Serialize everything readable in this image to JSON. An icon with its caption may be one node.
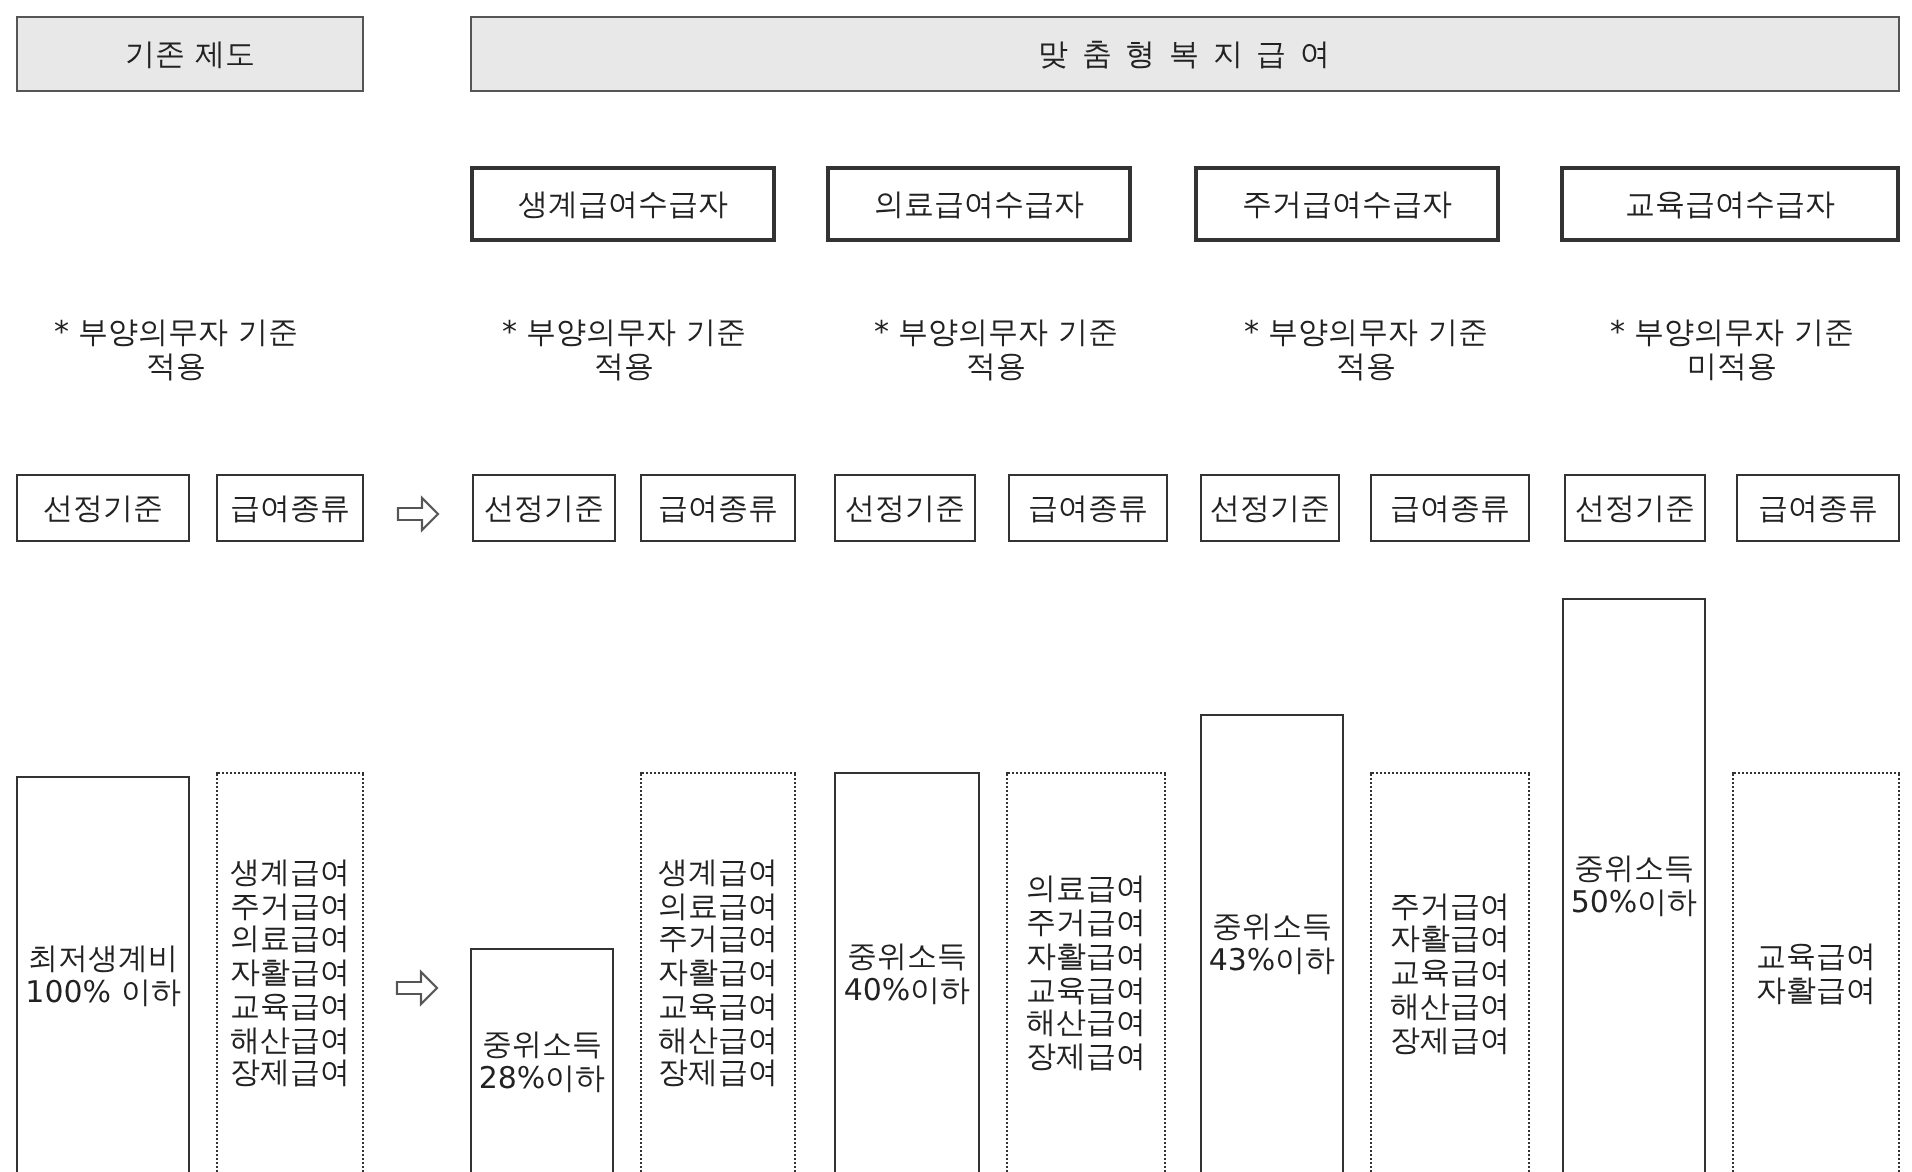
{
  "diagram": {
    "nodes": [
      {
        "text": [
          "기존 제도"
        ]
      },
      {
        "text": [
          "맞 춤 형 복 지 급 여"
        ]
      },
      {
        "text": [
          "생계급여수급자"
        ]
      },
      {
        "text": [
          "의료급여수급자"
        ]
      },
      {
        "text": [
          "주거급여수급자"
        ]
      },
      {
        "text": [
          "교육급여수급자"
        ]
      },
      {
        "text": [
          "선정기준"
        ]
      },
      {
        "text": [
          "급여종류"
        ]
      },
      {
        "text": [
          "선정기준"
        ]
      },
      {
        "text": [
          "급여종류"
        ]
      },
      {
        "text": [
          "선정기준"
        ]
      },
      {
        "text": [
          "급여종류"
        ]
      },
      {
        "text": [
          "선정기준"
        ]
      },
      {
        "text": [
          "급여종류"
        ]
      },
      {
        "text": [
          "선정기준"
        ]
      },
      {
        "text": [
          "급여종류"
        ]
      },
      {
        "text": [
          "최저생계비 100% 이하"
        ]
      },
      {
        "text": [
          "생계급여 주거급여 의료급여 자활급여 교육급여 해산급여 장제급여"
        ]
      },
      {
        "text": [
          "중위소득 28%이하"
        ]
      },
      {
        "text": [
          "생계급여 의료급여 주거급여 자활급여 교육급여 해산급여 장제급여"
        ]
      },
      {
        "text": [
          "중위소득 40%이하"
        ]
      },
      {
        "text": [
          "의료급여 주거급여 자활급여 교육급여 해산급여 장제급여"
        ]
      },
      {
        "text": [
          "중위소득 43%이하"
        ]
      },
      {
        "text": [
          "주거급여 자활급여 교육급여 해산급여 장제급여"
        ]
      },
      {
        "text": [
          "중위소득 50%이하"
        ]
      },
      {
        "text": [
          "교육급여 자활급여"
        ]
      }
    ],
    "edges": [
      {
        "from": 7,
        "to": 8,
        "arrow": "to"
      },
      {
        "from": 17,
        "to": 18,
        "arrow": "to"
      }
    ],
    "labels": [
      "* 부양의무자 기준 적용",
      "* 부양의무자 기준 적용",
      "* 부양의무자 기준 적용",
      "* 부양의무자 기준 적용",
      "* 부양의무자 기준 미적용"
    ]
  }
}
